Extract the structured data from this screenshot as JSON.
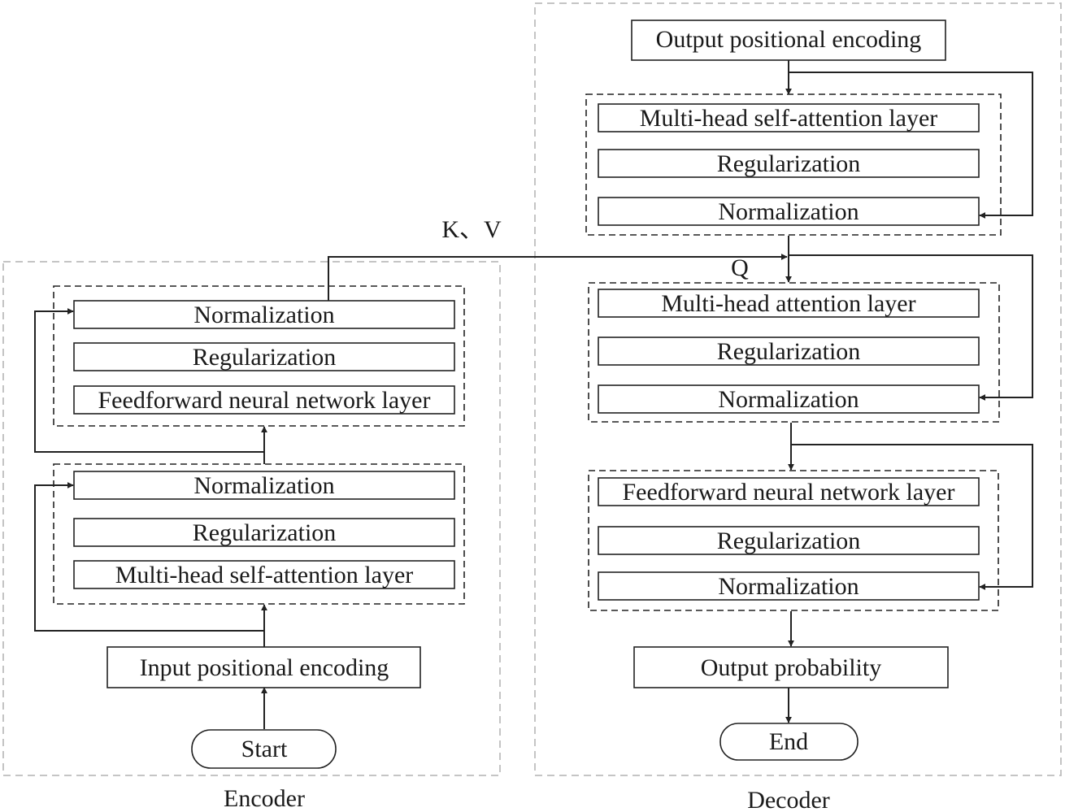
{
  "encoder": {
    "label": "Encoder",
    "start": "Start",
    "input_encoding": "Input positional encoding",
    "block1": {
      "normalization": "Normalization",
      "regularization": "Regularization",
      "attention": "Multi-head self-attention layer"
    },
    "block2": {
      "normalization": "Normalization",
      "regularization": "Regularization",
      "feedforward": "Feedforward neural network layer"
    }
  },
  "decoder": {
    "label": "Decoder",
    "output_encoding": "Output positional encoding",
    "block1": {
      "attention": "Multi-head self-attention layer",
      "regularization": "Regularization",
      "normalization": "Normalization"
    },
    "block2": {
      "attention": "Multi-head attention layer",
      "regularization": "Regularization",
      "normalization": "Normalization"
    },
    "block3": {
      "feedforward": "Feedforward neural network layer",
      "regularization": "Regularization",
      "normalization": "Normalization"
    },
    "output_probability": "Output probability",
    "end": "End"
  },
  "connections": {
    "kv_label": "K、V",
    "q_label": "Q"
  }
}
